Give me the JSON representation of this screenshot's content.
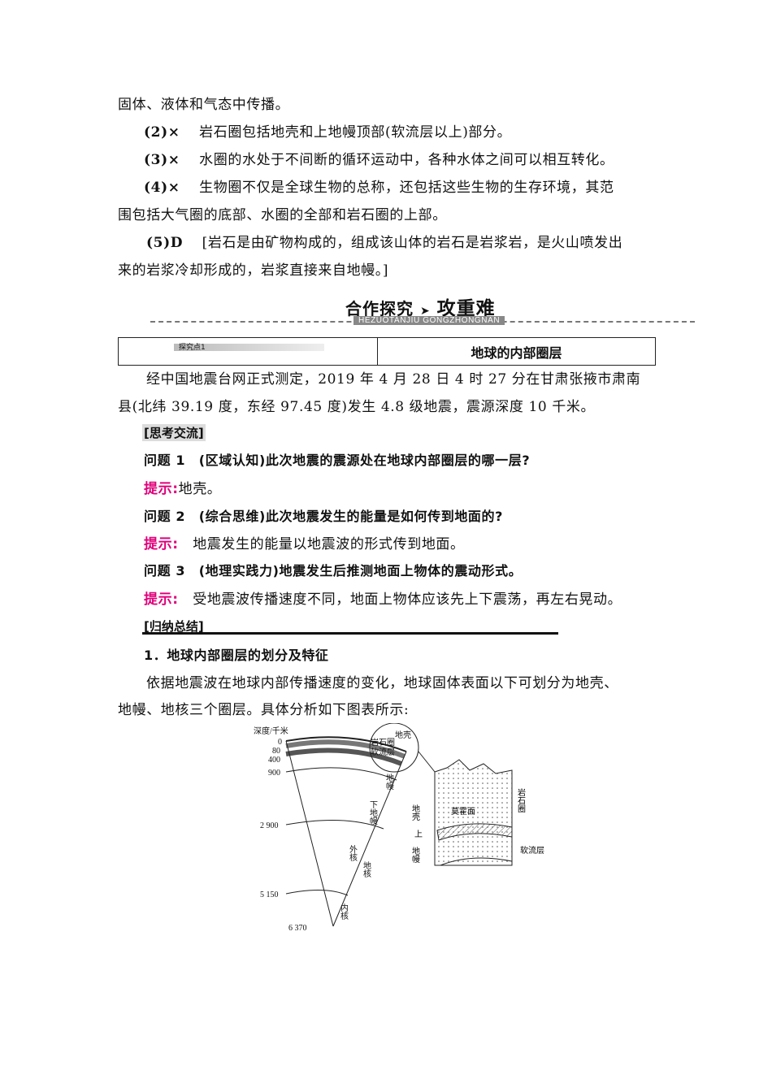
{
  "paragraphs": {
    "p0": "固体、液体和气态中传播。",
    "p2_num": "(2)×",
    "p2_text": "岩石圈包括地壳和上地幔顶部(软流层以上)部分。",
    "p3_num": "(3)×",
    "p3_text": "水圈的水处于不间断的循环运动中，各种水体之间可以相互转化。",
    "p4_num": "(4)×",
    "p4_text": "生物圈不仅是全球生物的总称，还包括这些生物的生存环境，其范",
    "p4_cont": "围包括大气圈的底部、水圈的全部和岩石圈的上部。",
    "p5_num": "(5)D",
    "p5_text": "[岩石是由矿物构成的，组成该山体的岩石是岩浆岩，是火山喷发出",
    "p5_cont": "来的岩浆冷却形成的，岩浆直接来自地幔。]"
  },
  "banner": {
    "title_a": "合作探究",
    "title_b": "攻重难",
    "subtitle": "HEZUOTANJIU GONGZHONGNAN"
  },
  "table": {
    "tag": "探究点1",
    "topic": "地球的内部圈层"
  },
  "intro": {
    "line1": "经中国地震台网正式测定，2019 年 4 月 28 日 4 时 27 分在甘肃张掖市肃南",
    "line2": "县(北纬 39.19 度，东经 97.45 度)发生 4.8 级地震，震源深度 10 千米。"
  },
  "think_tag": "[思考交流]",
  "qa": [
    {
      "q": "问题 1　(区域认知)此次地震的震源处在地球内部圈层的哪一层?",
      "hint_label": "提示:",
      "hint": "地壳。"
    },
    {
      "q": "问题 2　(综合思维)此次地震发生的能量是如何传到地面的?",
      "hint_label": "提示:",
      "hint": "地震发生的能量以地震波的形式传到地面。"
    },
    {
      "q": "问题 3　(地理实践力)地震发生后推测地面上物体的震动形式。",
      "hint_label": "提示:",
      "hint": "受地震波传播速度不同，地面上物体应该先上下震荡，再左右晃动。"
    }
  ],
  "summary_tag": "[归纳总结]",
  "section1": {
    "heading": "1．地球内部圈层的划分及特征",
    "line1": "依据地震波在地球内部传播速度的变化，地球固体表面以下可划分为地壳、",
    "line2": "地幔、地核三个圈层。具体分析如下图表所示:"
  },
  "figure": {
    "depth_axis_label": "深度/千米",
    "depths": [
      "0",
      "80",
      "400",
      "900",
      "2 900",
      "5 150",
      "6 370"
    ],
    "labels": {
      "lithosphere": "岩石圈",
      "asthenosphere": "软流层",
      "crust": "地壳",
      "upper_mantle": "上地幔",
      "mantle": "地幔",
      "lower_mantle": "下地幔",
      "core": "地核",
      "outer_core": "外核",
      "inner_core": "内核",
      "moho": "莫霍面",
      "zoom_crust": "地壳",
      "zoom_upper": "上",
      "zoom_mantle": "地幔",
      "zoom_lithosphere": "岩石圈",
      "zoom_asthenosphere": "软流层"
    }
  }
}
